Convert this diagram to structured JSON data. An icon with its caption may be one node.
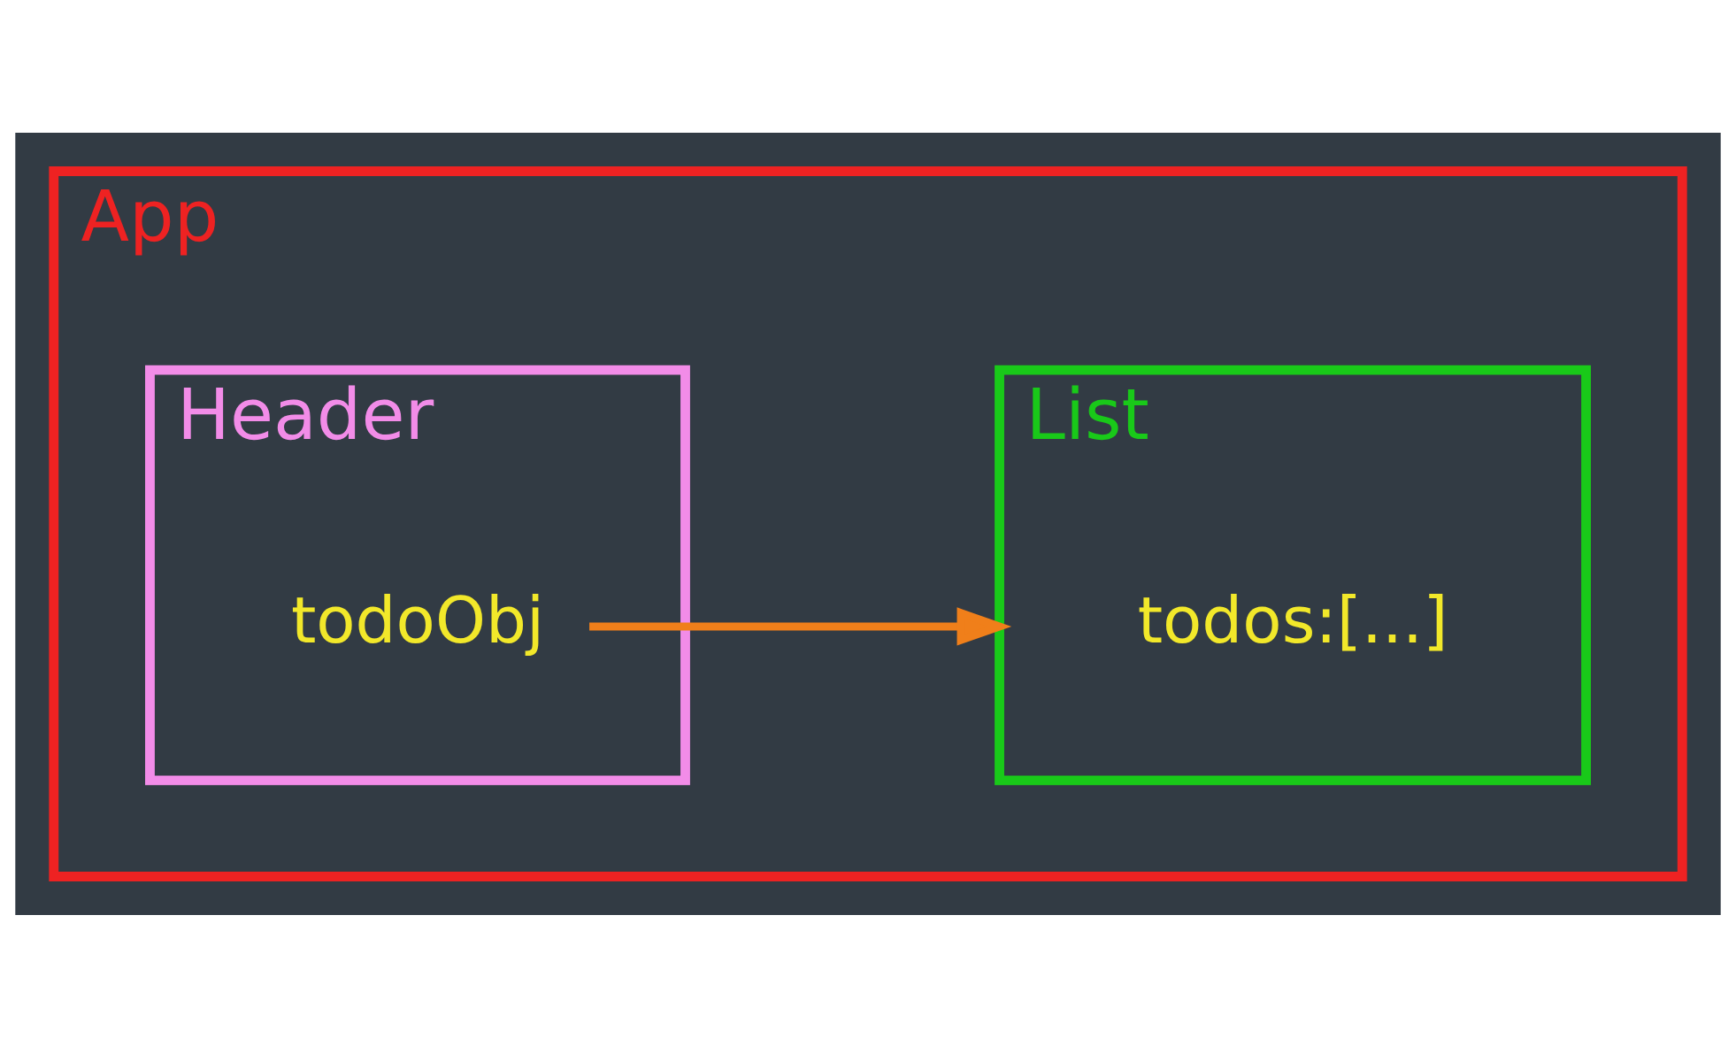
{
  "diagram": {
    "nodes": [
      {
        "text": [
          "App"
        ]
      },
      {
        "text": [
          "Header"
        ],
        "in": 0
      },
      {
        "text": [
          "todoObj"
        ],
        "in": 1
      },
      {
        "text": [
          "List"
        ],
        "in": 0
      },
      {
        "text": [
          "todos:[...]"
        ],
        "in": 3
      }
    ],
    "edges": [
      {
        "from": 2,
        "to": 3,
        "arrow": "to"
      }
    ]
  }
}
